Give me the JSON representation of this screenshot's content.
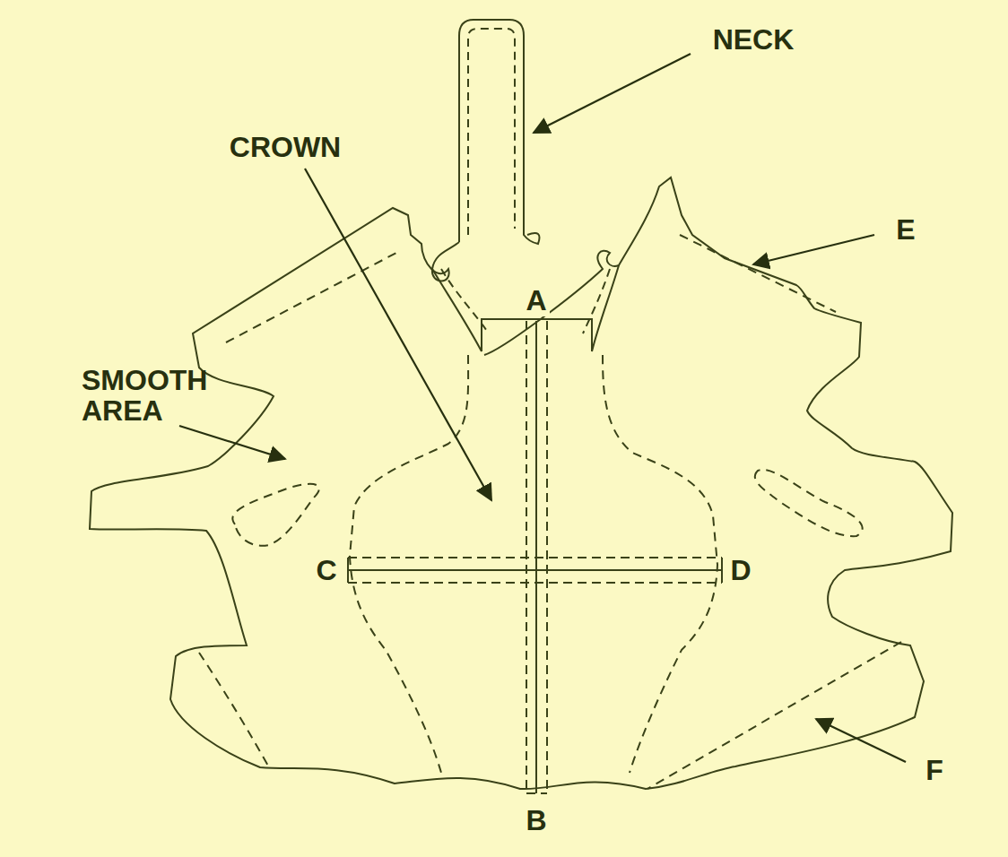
{
  "diagram": {
    "labels": [
      "NECK",
      "CROWN",
      "SMOOTH AREA",
      "A",
      "B",
      "C",
      "D",
      "E",
      "F"
    ]
  }
}
